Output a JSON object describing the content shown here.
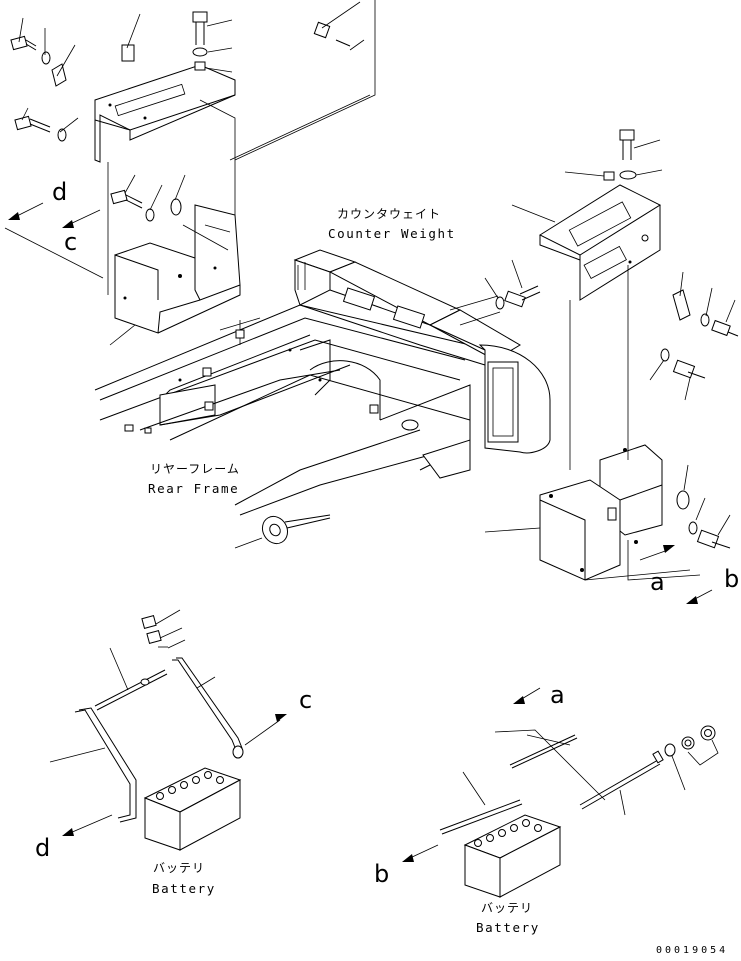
{
  "labels": {
    "counterweight_jp": "カウンタウェイト",
    "counterweight_en": "Counter Weight",
    "rear_frame_jp": "リヤーフレーム",
    "rear_frame_en": "Rear Frame",
    "battery_left_jp": "バッテリ",
    "battery_left_en": "Battery",
    "battery_right_jp": "バッテリ",
    "battery_right_en": "Battery"
  },
  "letters": {
    "a_top": "a",
    "b_top": "b",
    "c_top": "c",
    "d_top": "d",
    "a_bottom": "a",
    "b_bottom": "b",
    "c_bottom": "c",
    "d_bottom": "d"
  },
  "drawing_code": "00019054"
}
